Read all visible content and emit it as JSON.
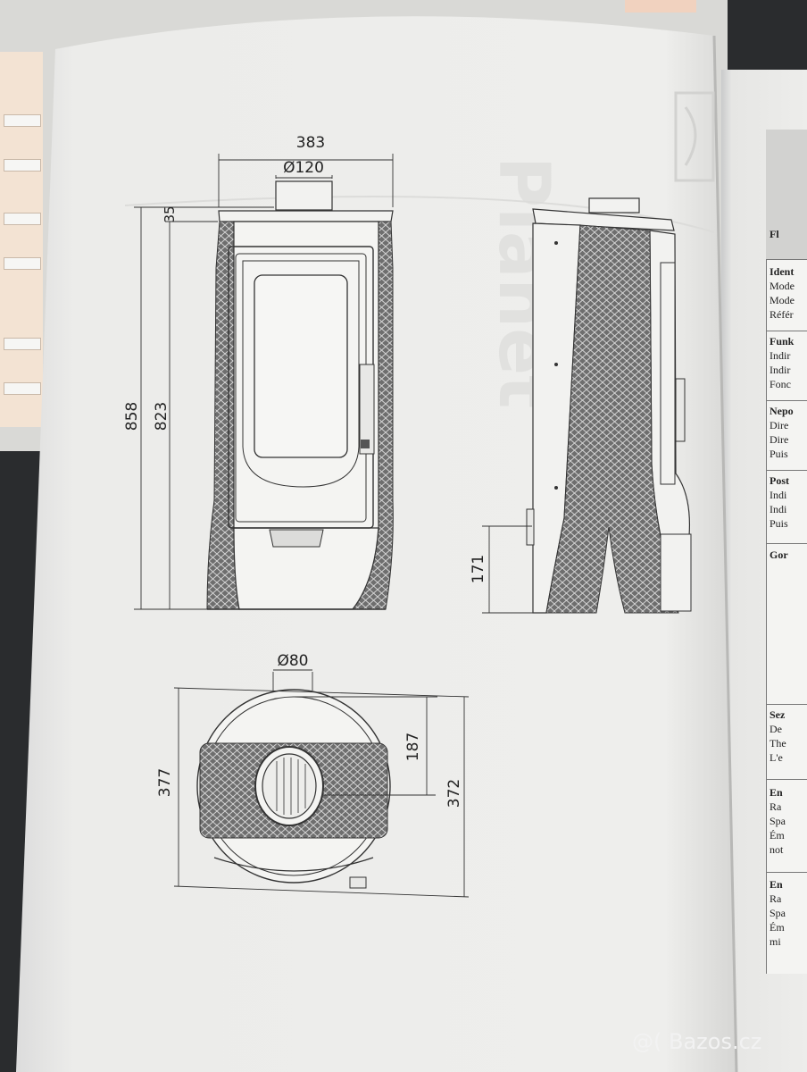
{
  "drawing": {
    "brand_watermark": "Planet",
    "front_view": {
      "overall_width": "383",
      "flue_diameter": "Ø120",
      "top_offset": "35",
      "overall_height": "858",
      "body_height": "823"
    },
    "side_view": {
      "flue_rear_height": "171"
    },
    "top_view": {
      "flue_diameter": "Ø80",
      "overall_depth": "377",
      "flue_center_offset": "187",
      "body_depth": "372"
    }
  },
  "right_page": {
    "table_rows": [
      {
        "text": "Fl",
        "bold": true
      },
      {
        "text": "Ident",
        "bold": true
      },
      {
        "text": "Mode",
        "bold": false
      },
      {
        "text": "Mode",
        "bold": false
      },
      {
        "text": "Référ",
        "bold": false
      },
      {
        "text": "Funk",
        "bold": true
      },
      {
        "text": "Indir",
        "bold": false
      },
      {
        "text": "Indir",
        "bold": false
      },
      {
        "text": "Fonc",
        "bold": false
      },
      {
        "text": "Nepo",
        "bold": true
      },
      {
        "text": "Dire",
        "bold": false
      },
      {
        "text": "Dire",
        "bold": false
      },
      {
        "text": "Puis",
        "bold": false
      },
      {
        "text": "Post",
        "bold": true
      },
      {
        "text": "Indi",
        "bold": false
      },
      {
        "text": "Indi",
        "bold": false
      },
      {
        "text": "Puis",
        "bold": false
      },
      {
        "text": "Gor",
        "bold": true
      },
      {
        "text": "Sez",
        "bold": true
      },
      {
        "text": "De",
        "bold": false
      },
      {
        "text": "The",
        "bold": false
      },
      {
        "text": "L'e",
        "bold": false
      },
      {
        "text": "En",
        "bold": true
      },
      {
        "text": "Ra",
        "bold": false
      },
      {
        "text": "Spa",
        "bold": false
      },
      {
        "text": "Ém",
        "bold": false
      },
      {
        "text": "not",
        "bold": false
      },
      {
        "text": "En",
        "bold": true
      },
      {
        "text": "Ra",
        "bold": false
      },
      {
        "text": "Spa",
        "bold": false
      },
      {
        "text": "Ém",
        "bold": false
      },
      {
        "text": "mi",
        "bold": false
      }
    ]
  },
  "watermark": "@( Bazos.cz"
}
